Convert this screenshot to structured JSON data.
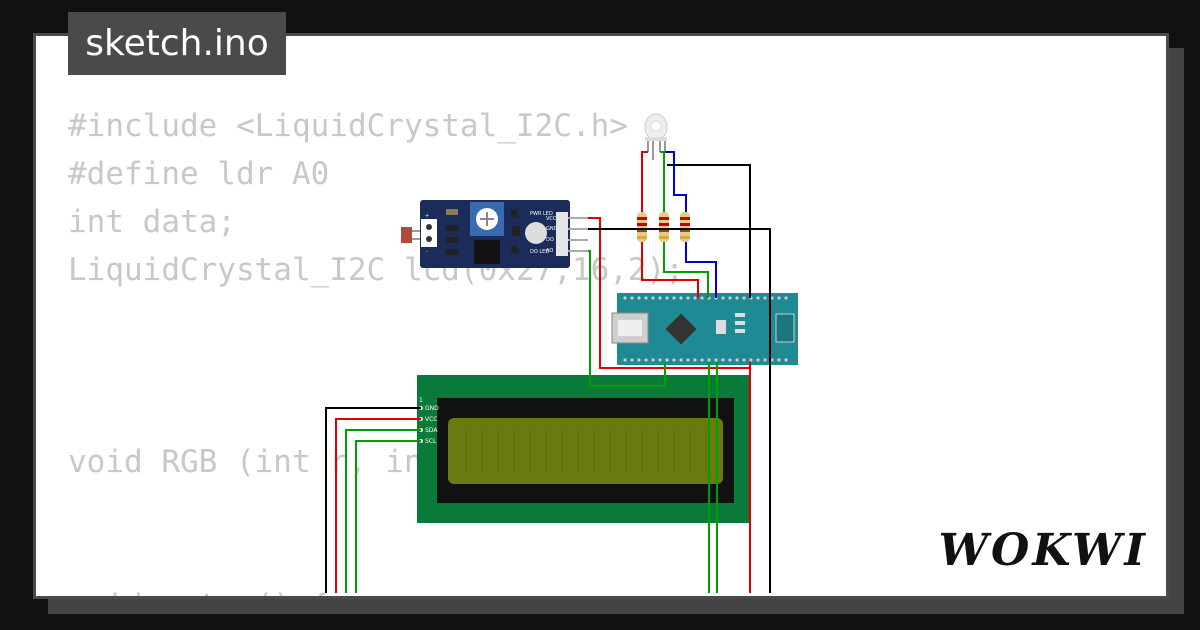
{
  "file_tab": {
    "label": "sketch.ino"
  },
  "brand": {
    "label": "WOKWI"
  },
  "code_lines": [
    "#include <LiquidCrystal_I2C.h>",
    "#define ldr A0",
    "int data;",
    "LiquidCrystal_I2C lcd(0x27,16,2);",
    "",
    "",
    "",
    "void RGB (int r, int g, int b) {",
    "",
    "",
    "void setup() {"
  ],
  "ldr_module": {
    "pins": [
      "VCC",
      "GND",
      "DO",
      "AO"
    ],
    "led_labels": [
      "PWR LED",
      "DO LED"
    ],
    "plus": "+",
    "minus": "-"
  },
  "lcd": {
    "pin_number": "1",
    "pins": [
      "GND",
      "VCC",
      "SDA",
      "SCL"
    ]
  },
  "colors": {
    "wire_red": "#e00000",
    "wire_green": "#00a000",
    "wire_blue": "#0000d0",
    "wire_black": "#000000",
    "nano_board": "#1f8a94",
    "lcd_board": "#0a7a3a",
    "lcd_screen": "#6b7a10",
    "ldr_board": "#1b2b5a"
  }
}
